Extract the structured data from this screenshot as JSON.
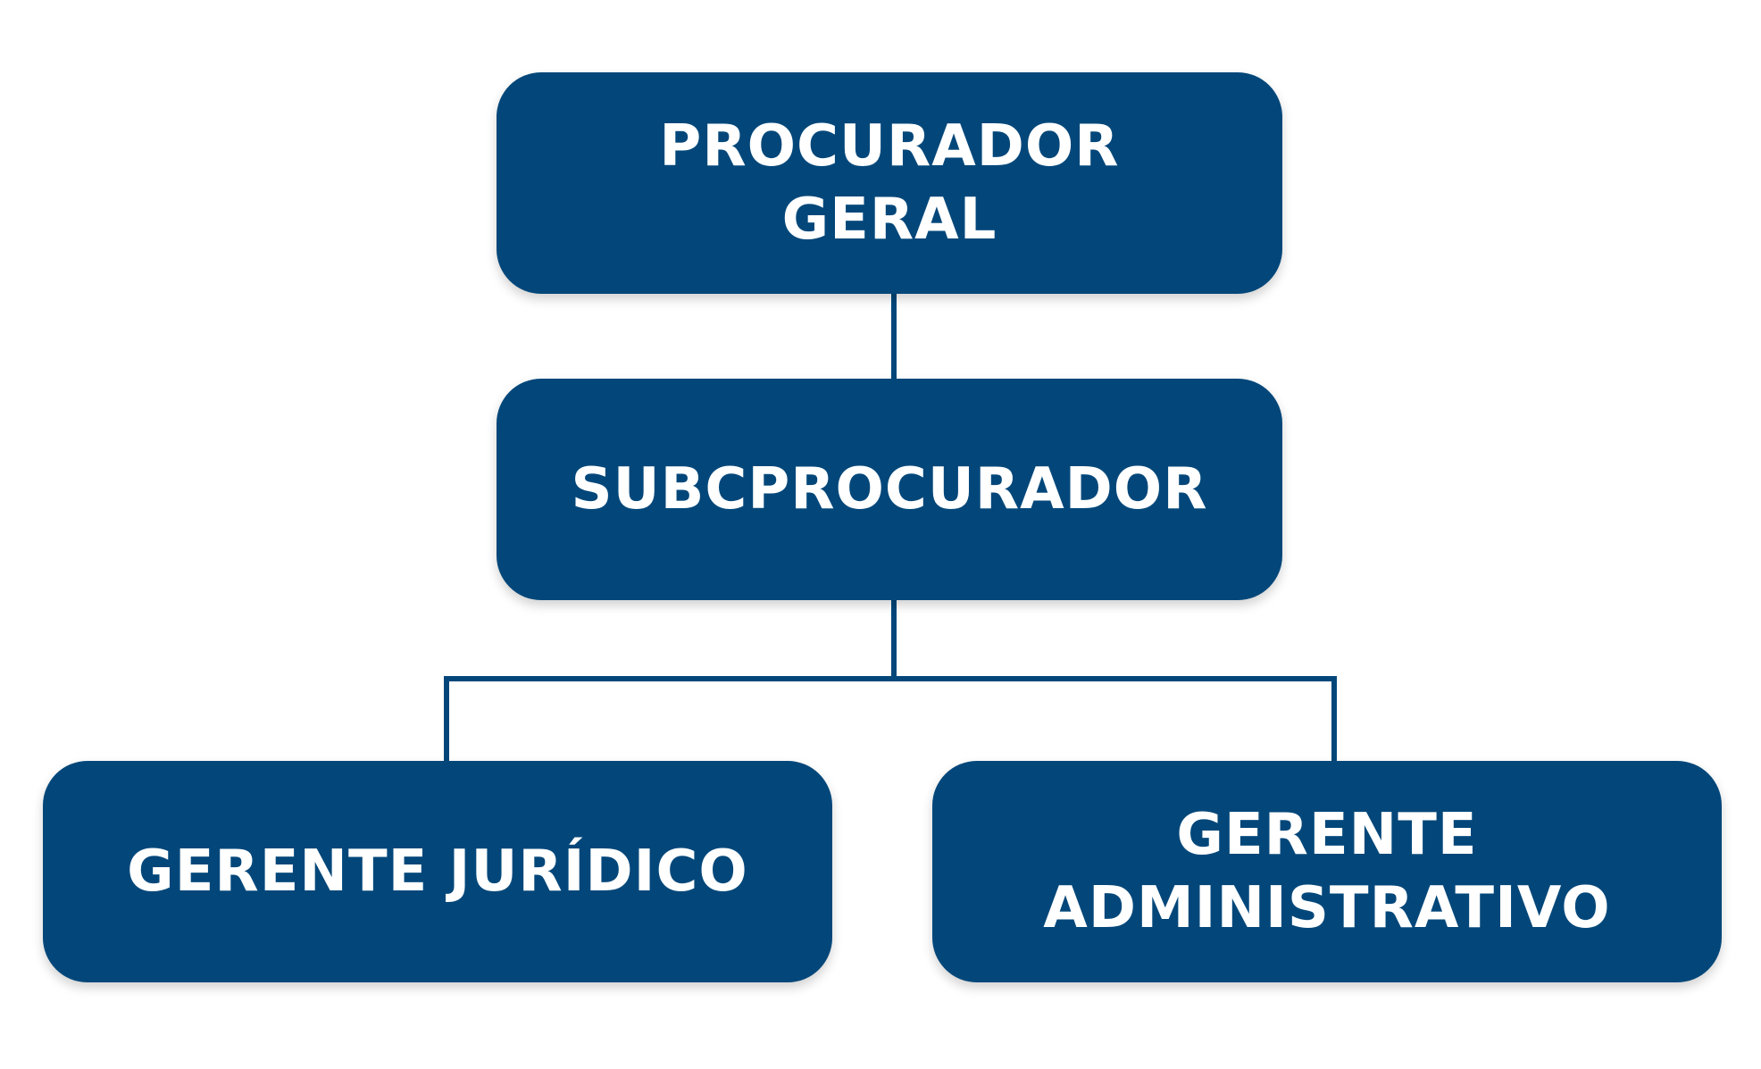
{
  "chart": {
    "nodes": {
      "top": {
        "lines": [
          "PROCURADOR",
          "GERAL"
        ]
      },
      "mid": {
        "lines": [
          "SUBCPROCURADOR"
        ]
      },
      "left": {
        "lines": [
          "GERENTE JURÍDICO"
        ]
      },
      "right": {
        "lines": [
          "GERENTE",
          "ADMINISTRATIVO"
        ]
      }
    },
    "edges": [
      {
        "from": "top",
        "to": "mid"
      },
      {
        "from": "mid",
        "to": "left"
      },
      {
        "from": "mid",
        "to": "right"
      }
    ]
  },
  "colors": {
    "box_fill": "#03477a",
    "connector": "#03477a",
    "text": "#ffffff"
  }
}
